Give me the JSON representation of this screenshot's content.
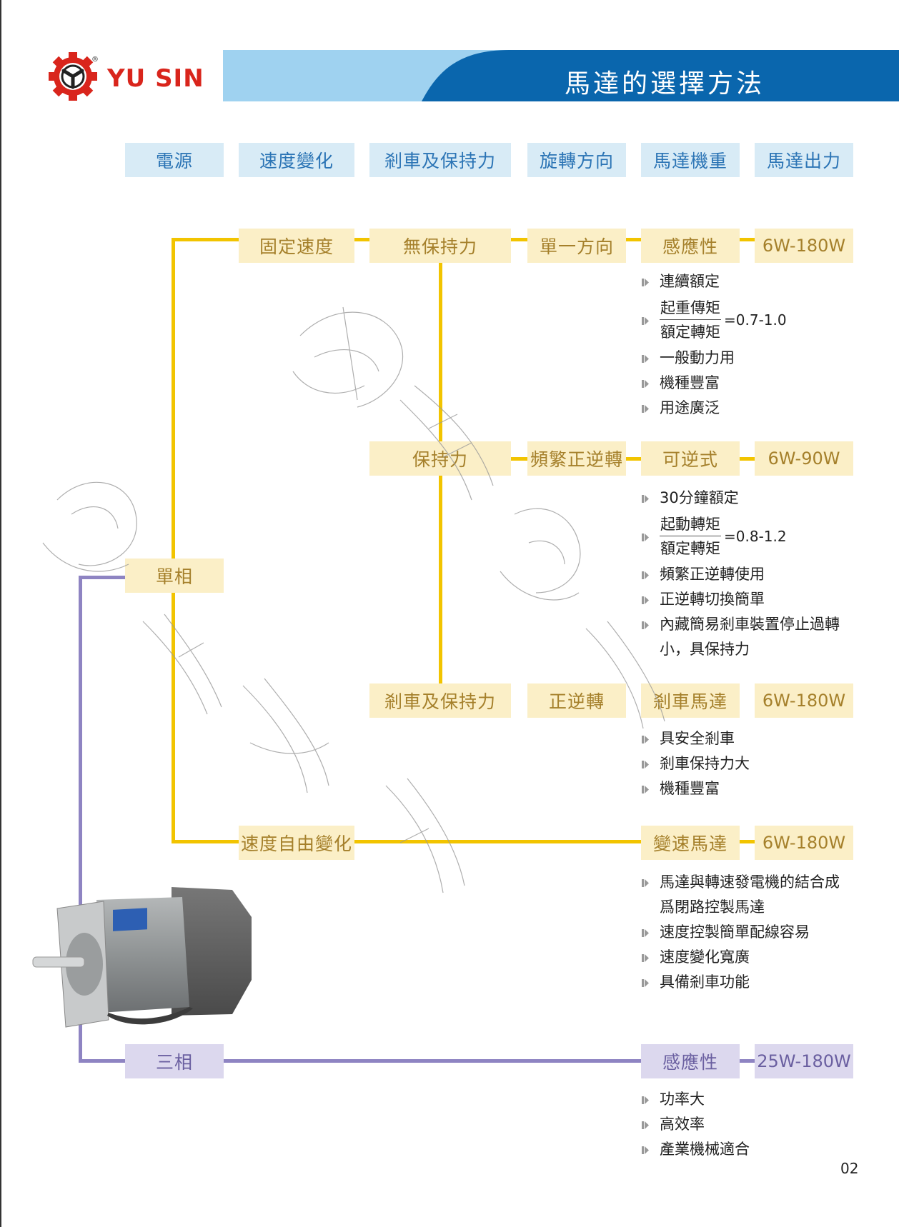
{
  "brand": {
    "logo_text": "YU SIN",
    "registered": "®",
    "red": "#d9251c"
  },
  "header": {
    "title": "馬達的選擇方法"
  },
  "columns": [
    "電源",
    "速度變化",
    "剎車及保持力",
    "旋轉方向",
    "馬達機重",
    "馬達出力"
  ],
  "tree": {
    "single_phase": "單相",
    "three_phase": "三相",
    "fixed_speed": "固定速度",
    "variable_speed": "速度自由變化",
    "no_holding": "無保持力",
    "holding": "保持力",
    "brake_holding": "剎車及保持力",
    "one_direction": "單一方向",
    "frequent_reverse": "頻繁正逆轉",
    "forward_reverse": "正逆轉"
  },
  "motors": [
    {
      "type": "感應性",
      "power": "6W-180W",
      "items": [
        {
          "text": "連續額定"
        },
        {
          "num": "起重傳矩",
          "den": "額定轉矩",
          "eq": "=0.7-1.0"
        },
        {
          "text": "一般動力用"
        },
        {
          "text": "機種豐富"
        },
        {
          "text": "用途廣泛"
        }
      ]
    },
    {
      "type": "可逆式",
      "power": "6W-90W",
      "items": [
        {
          "text": "30分鐘額定"
        },
        {
          "num": "起動轉矩",
          "den": "額定轉矩",
          "eq": "=0.8-1.2"
        },
        {
          "text": "頻繁正逆轉使用"
        },
        {
          "text": "正逆轉切換簡單"
        },
        {
          "text": "內藏簡易剎車裝置停止過轉",
          "cont": "小，具保持力"
        }
      ]
    },
    {
      "type": "剎車馬達",
      "power": "6W-180W",
      "items": [
        {
          "text": "具安全剎車"
        },
        {
          "text": "剎車保持力大"
        },
        {
          "text": "機種豐富"
        }
      ]
    },
    {
      "type": "變速馬達",
      "power": "6W-180W",
      "items": [
        {
          "text": "馬達與轉速發電機的結合成",
          "cont": "爲閉路控製馬達"
        },
        {
          "text": "速度控製簡單配線容易"
        },
        {
          "text": "速度變化寬廣"
        },
        {
          "text": "具備剎車功能"
        }
      ]
    },
    {
      "type": "感應性",
      "power": "25W-180W",
      "items": [
        {
          "text": "功率大"
        },
        {
          "text": "高效率"
        },
        {
          "text": "產業機械適合"
        }
      ]
    }
  ],
  "page_number": "02",
  "colors": {
    "banner_blue": "#0a66ad",
    "banner_light": "#9fd2f0",
    "header_box": "#d8ebf6",
    "yellow_line": "#f2c400",
    "yellow_box": "#fbefc7",
    "purple_line": "#8e84c2",
    "purple_box": "#dcd8ee"
  }
}
